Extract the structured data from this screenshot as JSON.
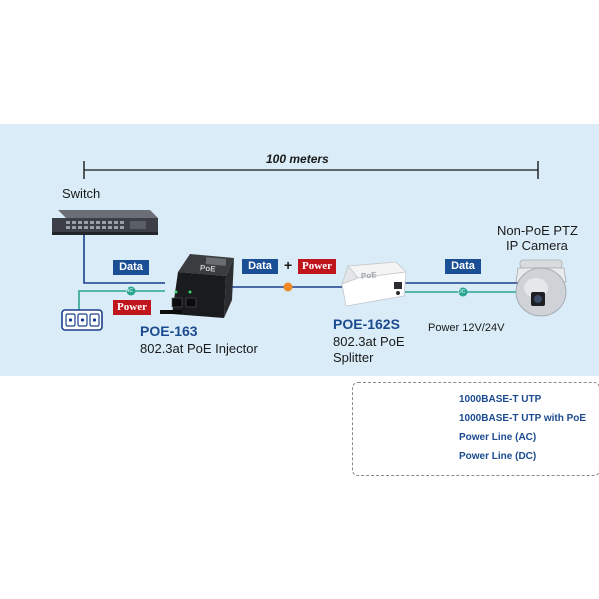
{
  "distance": {
    "label": "100 meters"
  },
  "devices": {
    "switch": {
      "label": "Switch"
    },
    "injector": {
      "model": "POE-163",
      "desc": "802.3at PoE Injector",
      "brand": "PoE"
    },
    "splitter": {
      "model": "POE-162S",
      "desc_line1": "802.3at PoE",
      "desc_line2": "Splitter",
      "brand": "PoE"
    },
    "camera": {
      "label_line1": "Non-PoE PTZ",
      "label_line2": "IP Camera"
    }
  },
  "tags": {
    "data": "Data",
    "power": "Power",
    "plus": "+"
  },
  "markers": {
    "ac": "AC",
    "dc": "DC"
  },
  "power_output": {
    "label": "Power 12V/24V"
  },
  "legend": {
    "items": [
      {
        "label": "1000BASE-T UTP",
        "marker": "none"
      },
      {
        "label": "1000BASE-T UTP with PoE",
        "marker": "poe"
      },
      {
        "label": "Power Line (AC)",
        "marker": "ac"
      },
      {
        "label": "Power Line (DC)",
        "marker": "dc"
      }
    ]
  },
  "colors": {
    "panel": "#d9ecf7",
    "utp": "#1b3f8a",
    "power_line": "#2aa693",
    "poe_marker": "#f08a24",
    "data_tag": "#1a4f96",
    "power_tag": "#c0151d",
    "model_text": "#1b4a8f"
  }
}
